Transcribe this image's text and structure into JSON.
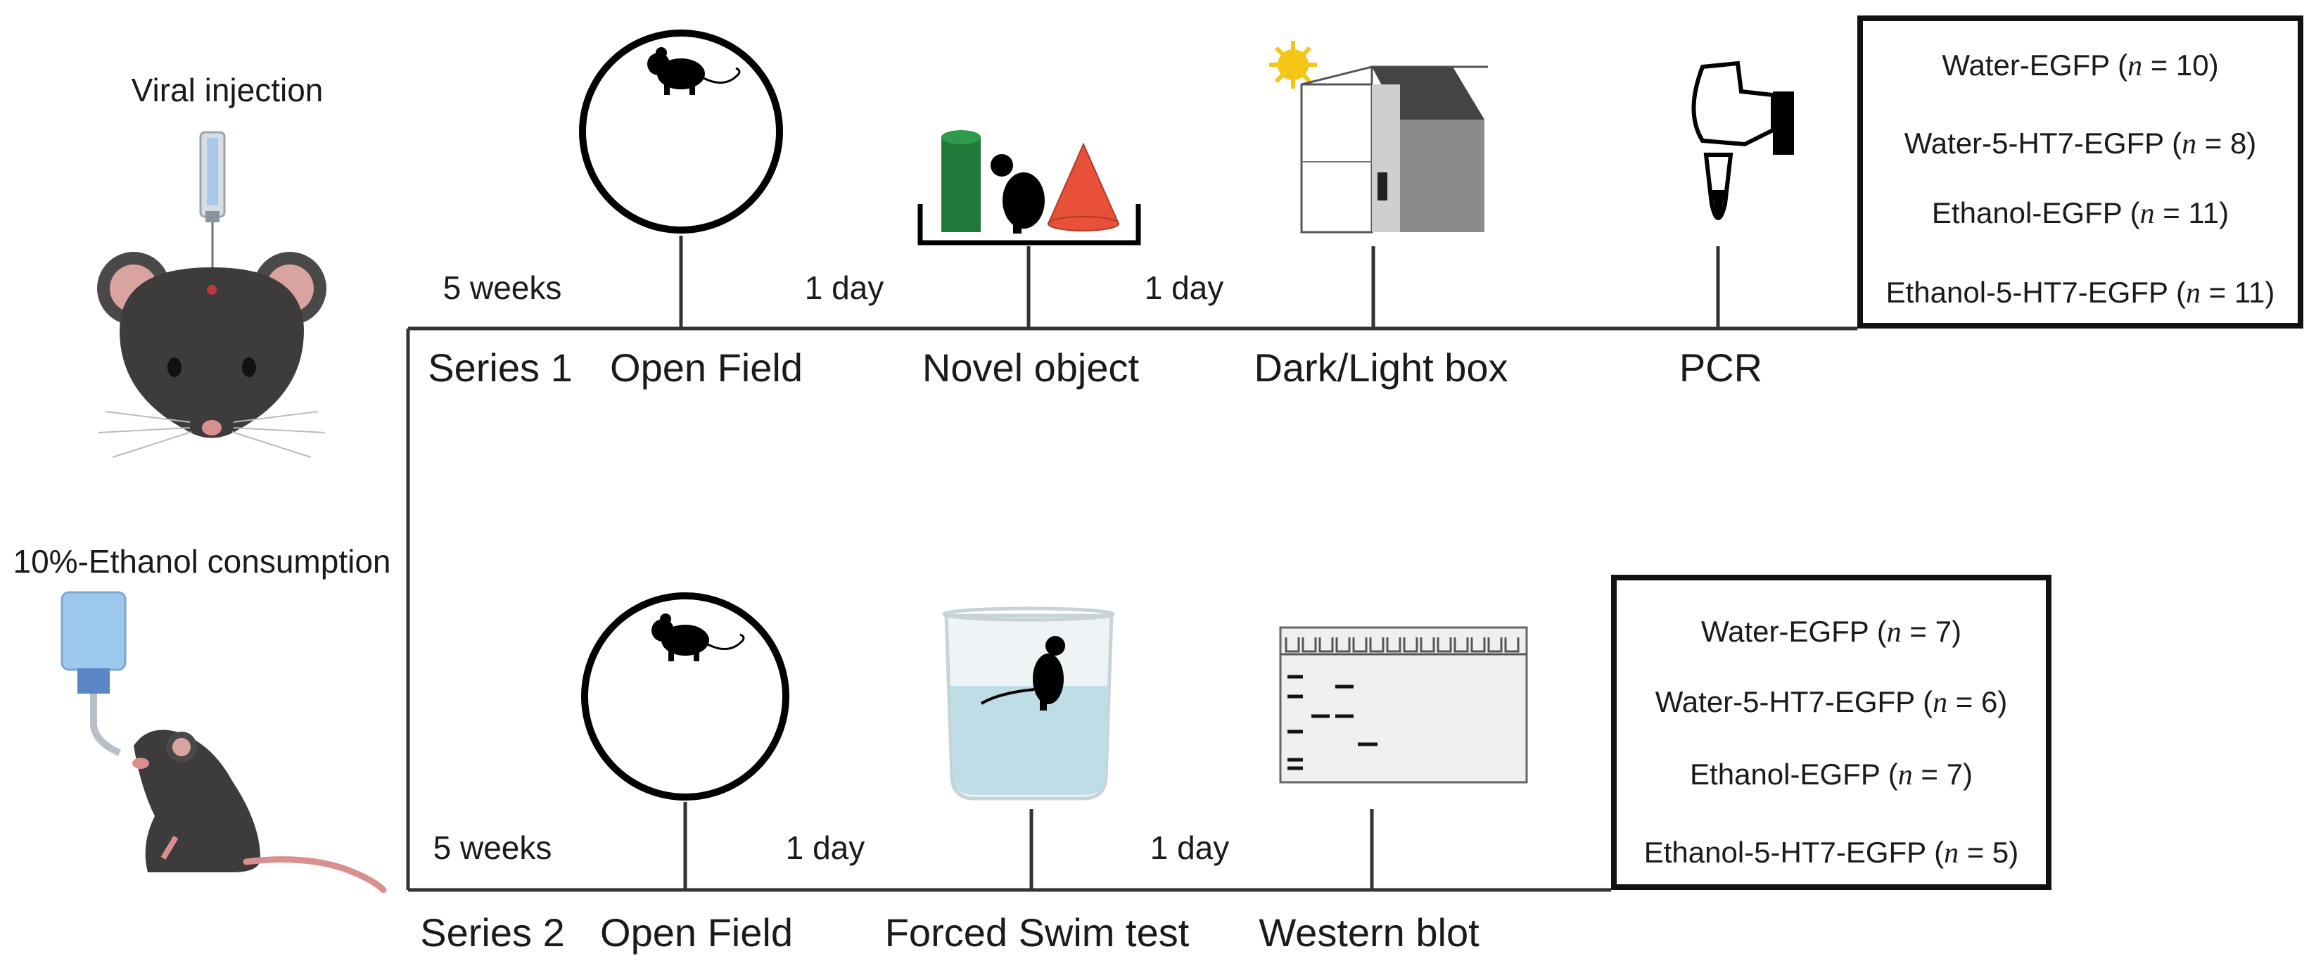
{
  "left_panel": {
    "viral_injection_label": "Viral injection",
    "ethanol_label": "10%-Ethanol consumption"
  },
  "series1": {
    "label": "Series 1",
    "interval_first": "5 weeks",
    "interval_second": "1 day",
    "interval_third": "1 day",
    "tests": [
      "Open Field",
      "Novel object",
      "Dark/Light box",
      "PCR"
    ],
    "groups": [
      {
        "name": "Water-EGFP (",
        "n_sym": "n",
        "n_val": " = 10)"
      },
      {
        "name": "Water-5-HT7-EGFP (",
        "n_sym": "n",
        "n_val": " = 8)"
      },
      {
        "name": "Ethanol-EGFP (",
        "n_sym": "n",
        "n_val": " = 11)"
      },
      {
        "name": "Ethanol-5-HT7-EGFP (",
        "n_sym": "n",
        "n_val": " = 11)"
      }
    ]
  },
  "series2": {
    "label": "Series 2",
    "interval_first": "5 weeks",
    "interval_second": "1 day",
    "interval_third": "1 day",
    "tests": [
      "Open Field",
      "Forced Swim test",
      "Western blot"
    ],
    "groups": [
      {
        "name": "Water-EGFP (",
        "n_sym": "n",
        "n_val": " = 7)"
      },
      {
        "name": "Water-5-HT7-EGFP (",
        "n_sym": "n",
        "n_val": " = 6)"
      },
      {
        "name": "Ethanol-EGFP (",
        "n_sym": "n",
        "n_val": " = 7)"
      },
      {
        "name": "Ethanol-5-HT7-EGFP (",
        "n_sym": "n",
        "n_val": " = 5)"
      }
    ]
  },
  "colors": {
    "line": "#333333",
    "mouse_body": "#3d3b3c",
    "ear_pink": "#d9a3a0",
    "cylinder_green": "#1f7a3a",
    "cone_red": "#e8503a",
    "sun_yellow": "#f5c518",
    "water_blue": "#bfdde6",
    "bottle_blue": "#9ec9ef"
  }
}
